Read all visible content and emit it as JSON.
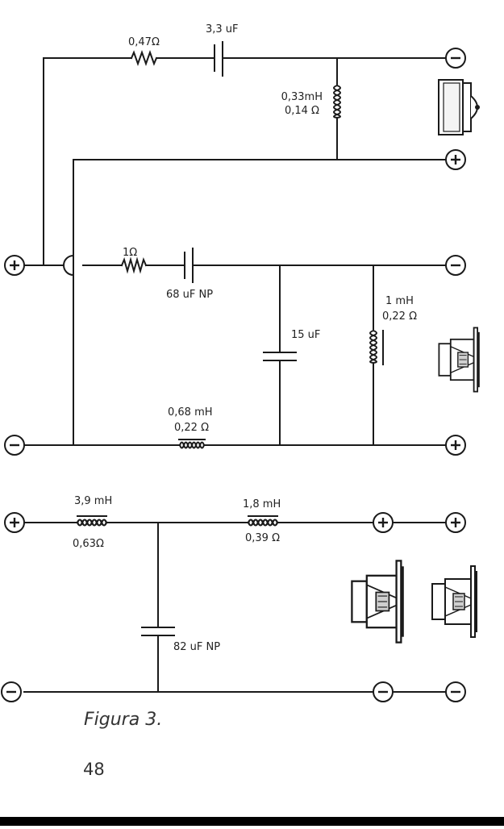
{
  "circuit1": {
    "r1_value": "0,47Ω",
    "c1_value": "3,3 uF",
    "l1_value": "0,33mH",
    "l1_resistance": "0,14 Ω"
  },
  "circuit2": {
    "r1_value": "1Ω",
    "c1_value": "68 uF NP",
    "c2_value": "15 uF",
    "l1_value": "1 mH",
    "l1_resistance": "0,22 Ω",
    "l2_value": "0,68 mH",
    "l2_resistance": "0,22 Ω"
  },
  "circuit3": {
    "l1_value": "3,9 mH",
    "l1_resistance": "0,63Ω",
    "l2_value": "1,8 mH",
    "l2_resistance": "0,39 Ω",
    "c1_value": "82 uF NP"
  },
  "caption": "Figura 3.",
  "page_number": "48"
}
